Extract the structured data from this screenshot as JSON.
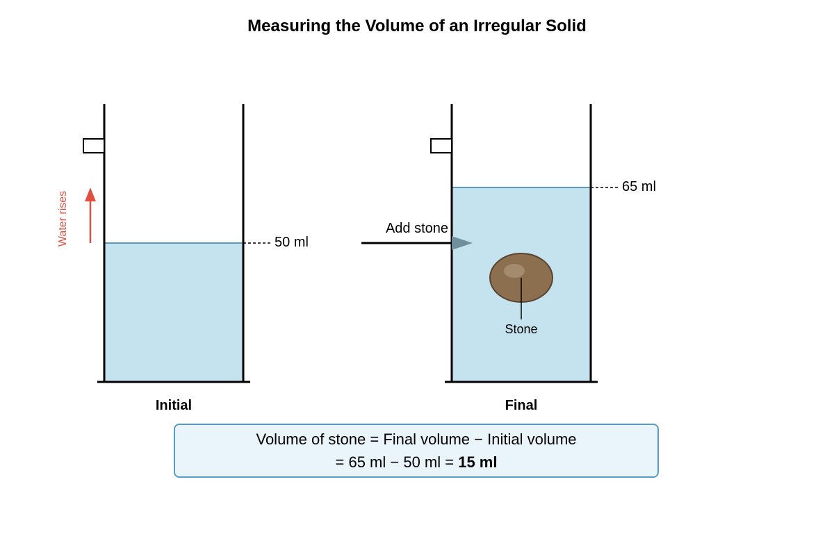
{
  "title": "Measuring the Volume of an Irregular Solid",
  "initial": {
    "caption": "Initial",
    "reading": "50 ml",
    "side_label": "Water rises"
  },
  "final": {
    "caption": "Final",
    "reading": "65 ml",
    "object_label": "Stone"
  },
  "action_label": "Add stone",
  "formula": {
    "line1": "Volume of stone = Final volume − Initial volume",
    "line2_prefix": "= 65 ml − 50 ml = ",
    "line2_result": "15 ml"
  },
  "colors": {
    "water": "#c4e3ef",
    "water_line": "#5a9bc2",
    "stone": "#8b6f4e",
    "stone_outline": "#5a4330",
    "arrow_up": "#e05040",
    "arrow_head": "#6f8f9c",
    "formula_bg": "#eaf5fb",
    "formula_border": "#5a9bc2"
  }
}
